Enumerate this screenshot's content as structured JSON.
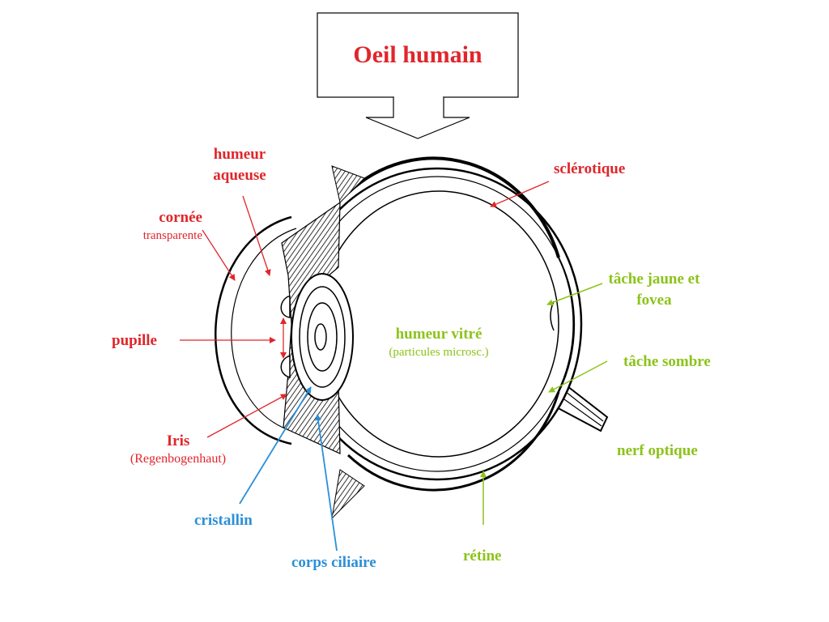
{
  "title": "Oeil humain",
  "labels": {
    "humeur_aqueuse": "humeur aqueuse",
    "cornee": "cornée",
    "cornee_sub": "transparente",
    "pupille": "pupille",
    "iris": "Iris",
    "iris_sub": "(Regenbogenhaut)",
    "cristallin": "cristallin",
    "corps_ciliaire": "corps ciliaire",
    "sclerotique": "sclérotique",
    "tache_jaune": "tâche jaune et fovea",
    "humeur_vitre": "humeur vitré",
    "humeur_vitre_sub": "(particules microsc.)",
    "tache_sombre": "tâche sombre",
    "nerf_optique": "nerf optique",
    "retine": "rétine"
  },
  "colors": {
    "red": "#e0262b",
    "green": "#8cc31a",
    "blue": "#2b8fd8",
    "line": "#000000"
  }
}
